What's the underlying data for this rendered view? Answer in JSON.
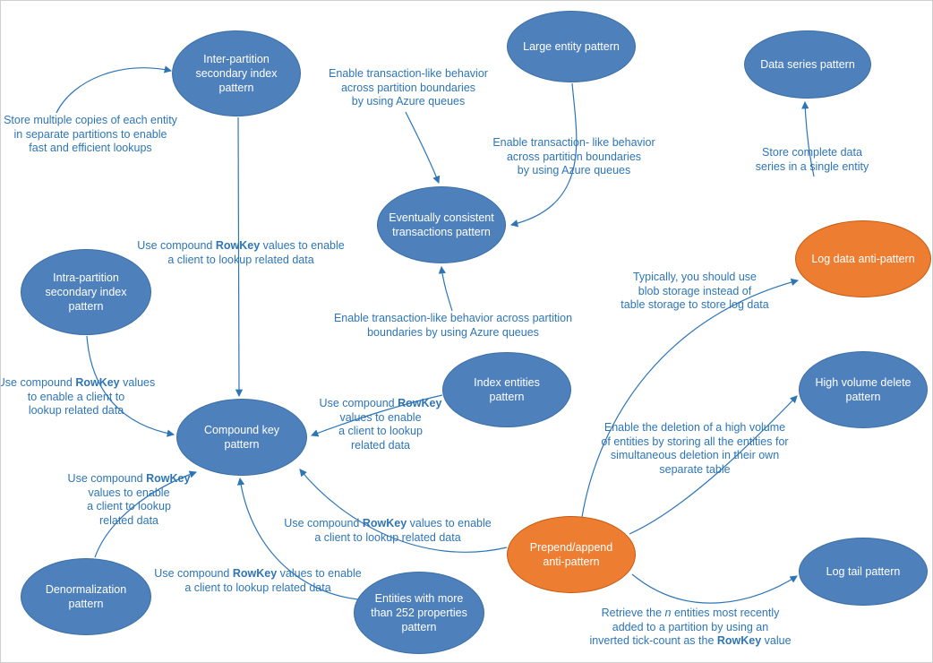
{
  "colors": {
    "node_blue": "#4e80bc",
    "node_blue_border": "#3a6ea5",
    "node_orange": "#ed7d31",
    "node_orange_border": "#c55a11",
    "annotation_text": "#2e75b6",
    "arrow": "#2e75b6",
    "canvas_border": "#cfcfcf",
    "background": "#ffffff"
  },
  "nodes": [
    {
      "id": "inter-partition-secondary-index",
      "label": "Inter-partition secondary index pattern",
      "variant": "blue"
    },
    {
      "id": "large-entity",
      "label": "Large entity pattern",
      "variant": "blue"
    },
    {
      "id": "data-series",
      "label": "Data series pattern",
      "variant": "blue"
    },
    {
      "id": "eventually-consistent-transactions",
      "label": "Eventually consistent transactions pattern",
      "variant": "blue"
    },
    {
      "id": "intra-partition-secondary-index",
      "label": "Intra-partition secondary index pattern",
      "variant": "blue"
    },
    {
      "id": "log-data-anti",
      "label": "Log data anti-pattern",
      "variant": "orange"
    },
    {
      "id": "index-entities",
      "label": "Index entities pattern",
      "variant": "blue"
    },
    {
      "id": "high-volume-delete",
      "label": "High volume delete pattern",
      "variant": "blue"
    },
    {
      "id": "compound-key",
      "label": "Compound key pattern",
      "variant": "blue"
    },
    {
      "id": "prepend-append-anti",
      "label": "Prepend/append anti-pattern",
      "variant": "orange"
    },
    {
      "id": "log-tail",
      "label": "Log tail pattern",
      "variant": "blue"
    },
    {
      "id": "denormalization",
      "label": "Denormalization pattern",
      "variant": "blue"
    },
    {
      "id": "entities-more-than-252-properties",
      "label": "Entities with more than 252 properties pattern",
      "variant": "blue"
    }
  ],
  "annotations": [
    {
      "id": "store-multiple-copies",
      "lines": [
        [
          {
            "t": "Store multiple copies of each entity"
          }
        ],
        [
          {
            "t": "in separate partitions to enable"
          }
        ],
        [
          {
            "t": "fast and efficient lookups"
          }
        ]
      ]
    },
    {
      "id": "enable-transaction-top",
      "lines": [
        [
          {
            "t": "Enable transaction-like behavior"
          }
        ],
        [
          {
            "t": "across partition boundaries"
          }
        ],
        [
          {
            "t": "by using Azure queues"
          }
        ]
      ]
    },
    {
      "id": "enable-transaction-large-entity",
      "lines": [
        [
          {
            "t": "Enable transaction- like behavior"
          }
        ],
        [
          {
            "t": "across partition boundaries"
          }
        ],
        [
          {
            "t": "by using Azure queues"
          }
        ]
      ]
    },
    {
      "id": "store-complete-data-series",
      "lines": [
        [
          {
            "t": "Store complete data"
          }
        ],
        [
          {
            "t": "series in a single entity"
          }
        ]
      ]
    },
    {
      "id": "use-compound-rowkey-inter",
      "lines": [
        [
          {
            "t": "Use compound "
          },
          {
            "t": "RowKey",
            "b": true
          },
          {
            "t": " values to enable"
          }
        ],
        [
          {
            "t": "a client to lookup related data"
          }
        ]
      ]
    },
    {
      "id": "typically-blob-storage",
      "lines": [
        [
          {
            "t": "Typically, you should use"
          }
        ],
        [
          {
            "t": "blob storage instead of"
          }
        ],
        [
          {
            "t": "table storage to store log data"
          }
        ]
      ]
    },
    {
      "id": "enable-transaction-bottom",
      "lines": [
        [
          {
            "t": "Enable transaction-like behavior across partition"
          }
        ],
        [
          {
            "t": "boundaries by using Azure queues"
          }
        ]
      ]
    },
    {
      "id": "use-compound-rowkey-intra",
      "lines": [
        [
          {
            "t": "Use compound "
          },
          {
            "t": "RowKey",
            "b": true
          },
          {
            "t": " values"
          }
        ],
        [
          {
            "t": "to enable a client to"
          }
        ],
        [
          {
            "t": "lookup related data"
          }
        ]
      ]
    },
    {
      "id": "use-compound-rowkey-index",
      "lines": [
        [
          {
            "t": "Use compound "
          },
          {
            "t": "RowKey",
            "b": true
          }
        ],
        [
          {
            "t": "values to enable"
          }
        ],
        [
          {
            "t": "a client to lookup"
          }
        ],
        [
          {
            "t": "related data"
          }
        ]
      ]
    },
    {
      "id": "enable-deletion-high-volume",
      "lines": [
        [
          {
            "t": "Enable the deletion of a high volume"
          }
        ],
        [
          {
            "t": "of entities by storing all the entities for"
          }
        ],
        [
          {
            "t": "simultaneous deletion in their own"
          }
        ],
        [
          {
            "t": "separate table"
          }
        ]
      ]
    },
    {
      "id": "use-compound-rowkey-denorm",
      "lines": [
        [
          {
            "t": "Use compound "
          },
          {
            "t": "RowKey",
            "b": true
          }
        ],
        [
          {
            "t": "values to enable"
          }
        ],
        [
          {
            "t": "a client to lookup"
          }
        ],
        [
          {
            "t": "related data"
          }
        ]
      ]
    },
    {
      "id": "use-compound-rowkey-prepend",
      "lines": [
        [
          {
            "t": "Use compound "
          },
          {
            "t": "RowKey",
            "b": true
          },
          {
            "t": " values to enable"
          }
        ],
        [
          {
            "t": "a client to lookup related data"
          }
        ]
      ]
    },
    {
      "id": "use-compound-rowkey-252",
      "lines": [
        [
          {
            "t": "Use compound "
          },
          {
            "t": "RowKey",
            "b": true
          },
          {
            "t": " values to enable"
          }
        ],
        [
          {
            "t": "a client to lookup related data"
          }
        ]
      ]
    },
    {
      "id": "retrieve-n-entities",
      "lines": [
        [
          {
            "t": "Retrieve the "
          },
          {
            "t": "n",
            "i": true
          },
          {
            "t": " entities most recently"
          }
        ],
        [
          {
            "t": "added to a partition by using an"
          }
        ],
        [
          {
            "t": "inverted tick-count as the "
          },
          {
            "t": "RowKey",
            "b": true
          },
          {
            "t": " value"
          }
        ]
      ]
    }
  ],
  "edges": [
    {
      "from": null,
      "to": "inter-partition-secondary-index",
      "annotation": "store-multiple-copies"
    },
    {
      "from": "inter-partition-secondary-index",
      "to": "compound-key",
      "annotation": "use-compound-rowkey-inter"
    },
    {
      "from": null,
      "to": "eventually-consistent-transactions",
      "annotation": "enable-transaction-top"
    },
    {
      "from": "large-entity",
      "to": "eventually-consistent-transactions",
      "annotation": "enable-transaction-large-entity"
    },
    {
      "from": null,
      "to": "data-series",
      "annotation": "store-complete-data-series"
    },
    {
      "from": null,
      "to": "eventually-consistent-transactions",
      "annotation": "enable-transaction-bottom"
    },
    {
      "from": "intra-partition-secondary-index",
      "to": "compound-key",
      "annotation": "use-compound-rowkey-intra"
    },
    {
      "from": "denormalization",
      "to": "compound-key",
      "annotation": "use-compound-rowkey-denorm"
    },
    {
      "from": "entities-more-than-252-properties",
      "to": "compound-key",
      "annotation": "use-compound-rowkey-252"
    },
    {
      "from": "index-entities",
      "to": "compound-key",
      "annotation": "use-compound-rowkey-index"
    },
    {
      "from": "prepend-append-anti",
      "to": "compound-key",
      "annotation": "use-compound-rowkey-prepend"
    },
    {
      "from": "prepend-append-anti",
      "to": "log-data-anti",
      "annotation": "typically-blob-storage"
    },
    {
      "from": "prepend-append-anti",
      "to": "high-volume-delete",
      "annotation": "enable-deletion-high-volume"
    },
    {
      "from": "prepend-append-anti",
      "to": "log-tail",
      "annotation": "retrieve-n-entities"
    }
  ]
}
